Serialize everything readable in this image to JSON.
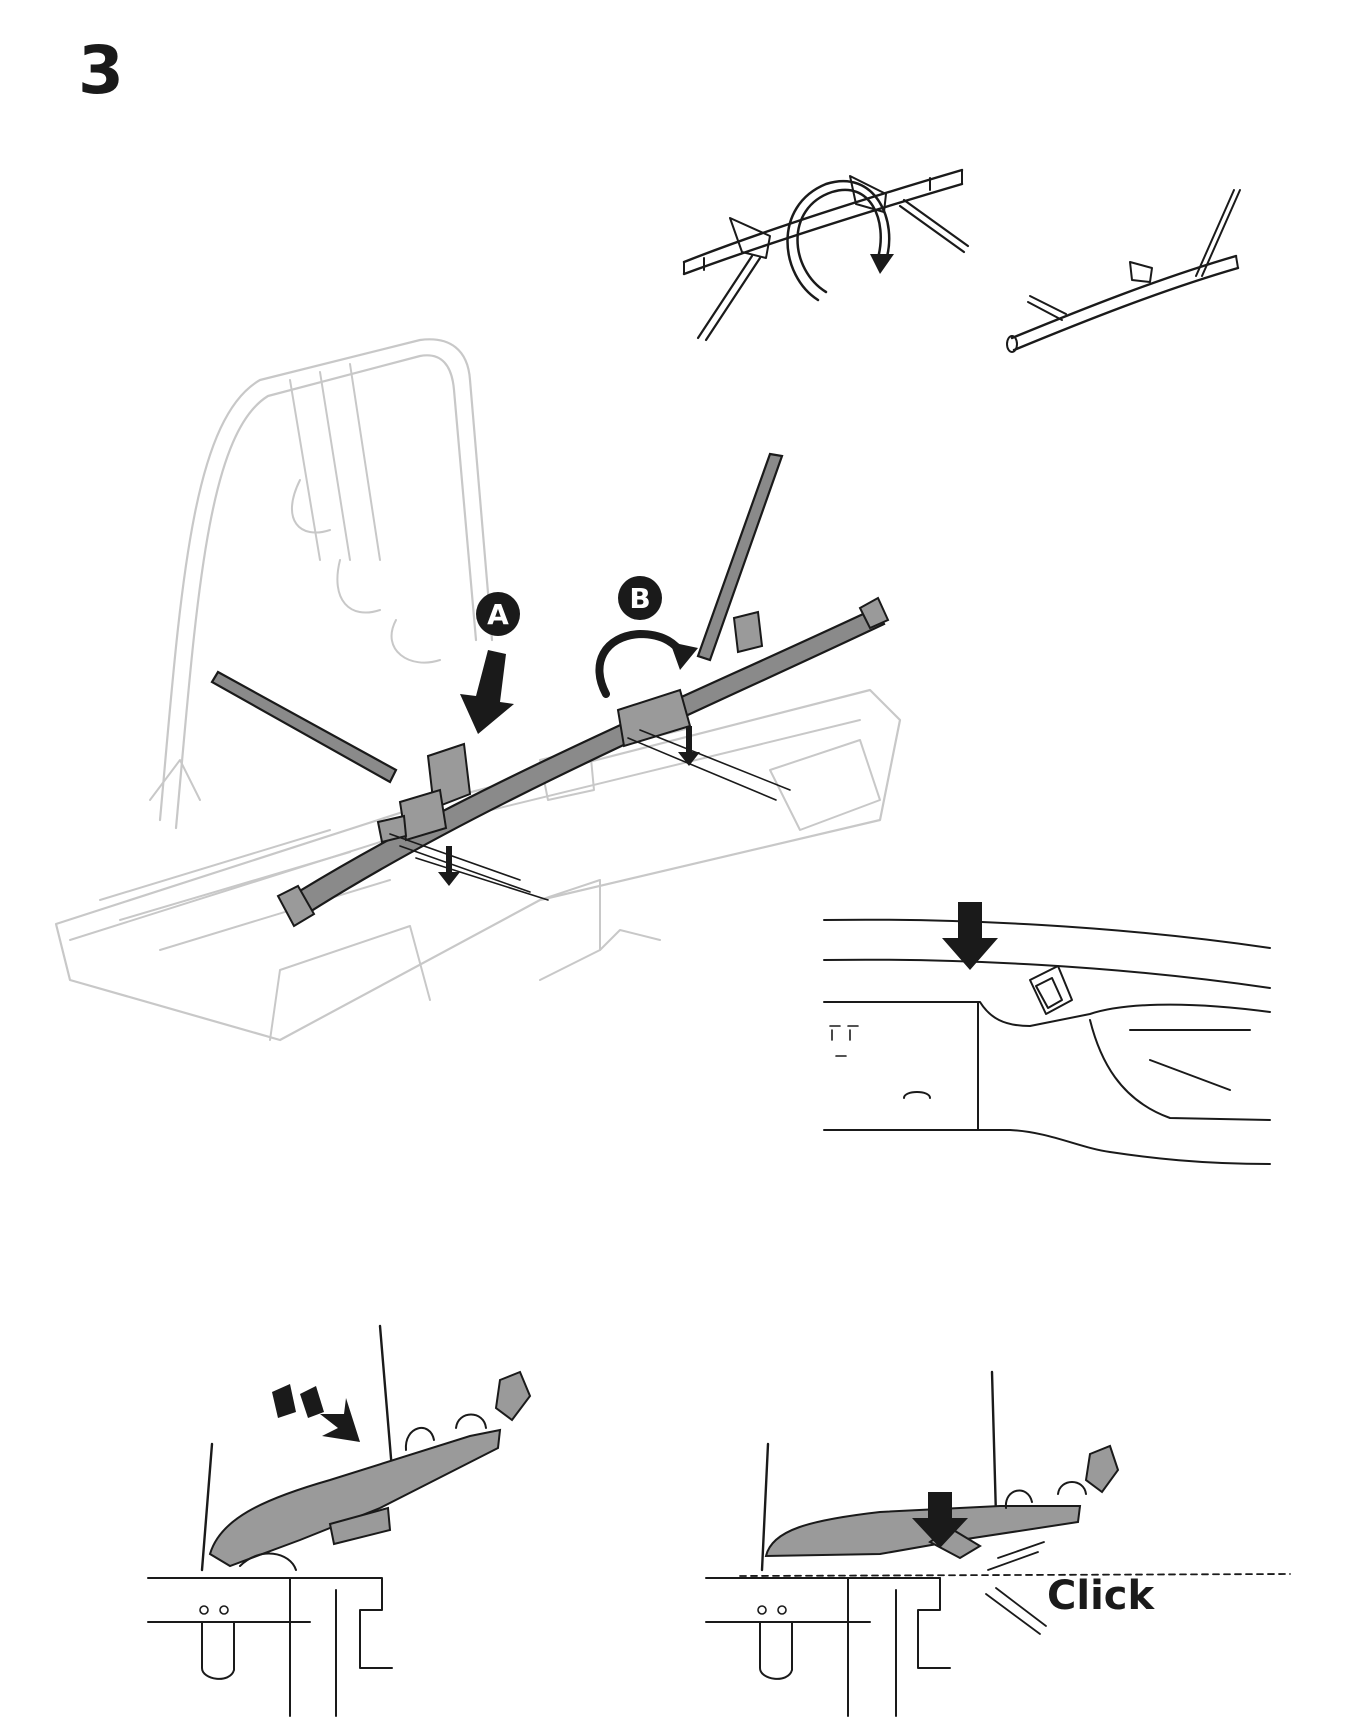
{
  "step": {
    "number": "3"
  },
  "main_figure": {
    "callouts": [
      {
        "id": "A",
        "label": "A"
      },
      {
        "id": "B",
        "label": "B"
      }
    ]
  },
  "bottom_right_figure": {
    "sound_label": "Click"
  },
  "icons": [
    "rotate-arrow-icon",
    "down-arrow-icon",
    "motion-arrow-icon"
  ],
  "colors": {
    "ink": "#1a1a1a",
    "part_fill": "#8a8a8a",
    "ghost_lines": "#c8c8c8"
  }
}
